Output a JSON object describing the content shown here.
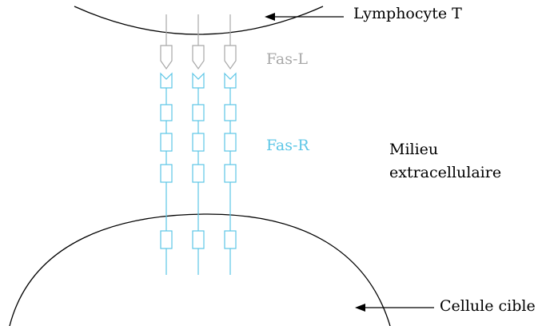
{
  "labels": {
    "lymphocyte": "Lymphocyte T",
    "fas_l": "Fas-L",
    "fas_r": "Fas-R",
    "milieu_line1": "Milieu",
    "milieu_line2": "extracellulaire",
    "cellule_cible": "Cellule cible"
  },
  "colors": {
    "fas_l": "#a8a8a8",
    "fas_r": "#5cc6e6",
    "outline": "#000000"
  },
  "receptor_count": 3
}
